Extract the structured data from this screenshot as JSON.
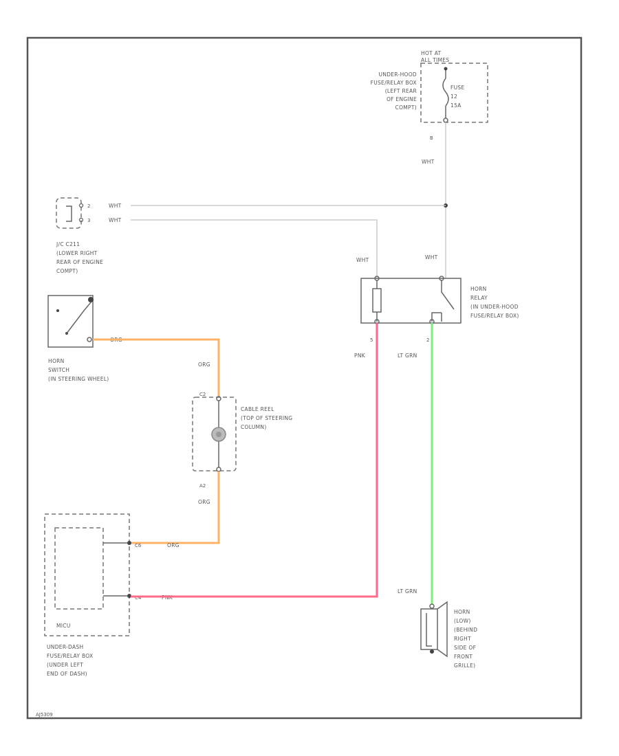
{
  "fuse_box": {
    "hot_label_1": "HOT AT",
    "hot_label_2": "ALL TIMES",
    "location_lines": [
      "UNDER-HOOD",
      "FUSE/RELAY BOX",
      "(LEFT REAR",
      "OF ENGINE",
      "COMPT)"
    ],
    "fuse_lines": [
      "FUSE",
      "12",
      "15A"
    ],
    "pin": "B"
  },
  "jc": {
    "pin_a": "2",
    "pin_b": "3",
    "wire_a": "WHT",
    "wire_b": "WHT",
    "label_lines": [
      "J/C C211",
      "(LOWER RIGHT",
      "REAR OF ENGINE",
      "COMPT)"
    ]
  },
  "wires": {
    "fuse_down": "WHT",
    "relay_left_in": "WHT",
    "relay_right_in": "WHT",
    "horn_sw_out": "ORG",
    "reel_top": "ORG",
    "reel_bottom": "ORG",
    "mdu_top": "ORG",
    "mdu_bottom": "PNK",
    "relay_pin5": "PNK",
    "relay_pin3": "LT GRN",
    "horn_in": "LT GRN"
  },
  "relay": {
    "pin_left": "5",
    "pin_right": "2",
    "label_lines": [
      "HORN",
      "RELAY",
      "(IN UNDER-HOOD",
      "FUSE/RELAY BOX)"
    ]
  },
  "horn_switch": {
    "label_lines": [
      "HORN",
      "SWITCH",
      "(IN STEERING WHEEL)"
    ]
  },
  "cable_reel": {
    "pin_top": "C2",
    "pin_bottom": "A2",
    "label_lines": [
      "CABLE REEL",
      "(TOP OF STEERING",
      "COLUMN)"
    ]
  },
  "mdu_box": {
    "inner_label": "MICU",
    "pin_top": "C6",
    "pin_bottom": "C4",
    "label_lines": [
      "UNDER-DASH",
      "FUSE/RELAY BOX",
      "(UNDER LEFT",
      "END OF DASH)"
    ]
  },
  "horn": {
    "label_lines": [
      "HORN",
      "(LOW)",
      "(BEHIND",
      "RIGHT",
      "SIDE OF",
      "FRONT",
      "GRILLE)"
    ]
  },
  "footer_code": "AJ5309"
}
